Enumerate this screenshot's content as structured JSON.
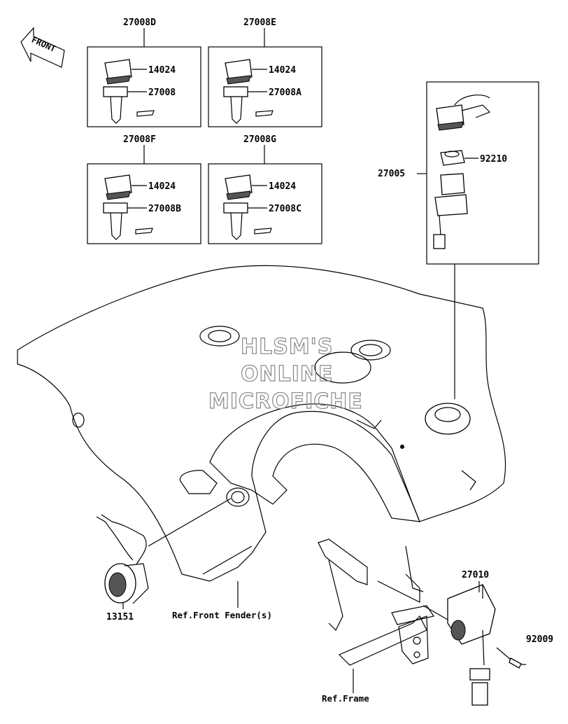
{
  "front_arrow": {
    "label": "FRONT"
  },
  "kits": [
    {
      "id": "kit-d",
      "kit": "27008D",
      "cap": "14024",
      "key": "27008"
    },
    {
      "id": "kit-e",
      "kit": "27008E",
      "cap": "14024",
      "key": "27008A"
    },
    {
      "id": "kit-f",
      "kit": "27008F",
      "cap": "14024",
      "key": "27008B"
    },
    {
      "id": "kit-g",
      "kit": "27008G",
      "cap": "14024",
      "key": "27008C"
    }
  ],
  "ignition": {
    "assembly": "27005",
    "nut": "92210"
  },
  "parts": {
    "p13151": "13151",
    "p27010": "27010",
    "p92009": "92009"
  },
  "refs": {
    "front_fender": "Ref.Front Fender(s)",
    "frame": "Ref.Frame"
  },
  "watermark": [
    "HLSM'S",
    "ONLINE",
    "MICROFICHE"
  ]
}
